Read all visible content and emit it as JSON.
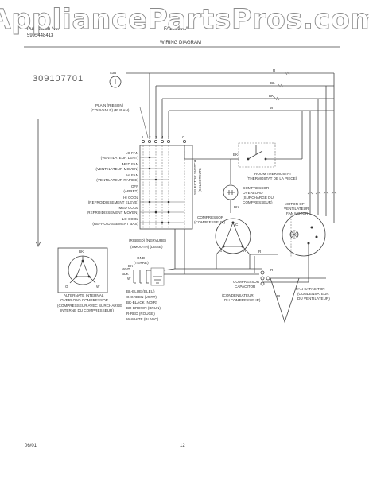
{
  "watermark": "AppliancePartsPros.com",
  "header": {
    "left_line1": "Publication No.",
    "left_line2": "5995448413",
    "center_code": "FAL253J1A",
    "title": "WIRING DIAGRAM"
  },
  "footer": {
    "date": "06/01",
    "page": "12"
  },
  "diagram": {
    "part_number": "309107701",
    "knob_code": "53B",
    "wire_top_labels": [
      "R",
      "BL",
      "BK",
      "W"
    ],
    "wire_mid_label": "BK",
    "switch_cols": [
      "L",
      "2",
      "3",
      "4",
      "1",
      "C"
    ],
    "plain_label": [
      "PLAIN (RIBBON)",
      "(COUVANLE)  (RUBAN)"
    ],
    "switch_positions": [
      "LO FAN",
      "(VENTILATEUR LENT)",
      "MED FAN",
      "(VENT ILATEUR MOYEN)",
      "HI FAN",
      "(VENTILATEUR RAPIDE)",
      "OFF",
      "(ARRET)",
      "HI COOL",
      "(REFROIDISSEMENT ELEVE)",
      "MED COOL",
      "(REFROIDISSEMENT MOYEN)",
      "LO COOL",
      "(REFROIDISSEMENT BAS)"
    ],
    "selector_switch": [
      "SELECTOR SWITCH",
      "(SELECTEUR)"
    ],
    "thermostat": [
      "ROOM THERMOSTAT",
      "(THERMOSTAT DE LA PIECE)"
    ],
    "overload": [
      "COMPRESSOR",
      "OVERLOAD",
      "(SURCHARGE DU",
      "COMPRESSEUR)"
    ],
    "compressor": [
      "COMPRESSOR",
      "(COMPRESSEUR)"
    ],
    "terminals": [
      "C",
      "S",
      "R"
    ],
    "fan_motor": [
      "MOTOR OF",
      "VENTILATEUR",
      "FAN MOTOR"
    ],
    "comp_capacitor": [
      "COMPRESSOR",
      "CAPACITOR",
      "(CONDENSATEUR",
      "DU COMPRESSEUR)"
    ],
    "fan_capacitor": [
      "FAN CAPACITOR",
      "(CONDENSATEUR",
      "DU VENTILATEUR)"
    ],
    "cord_labels": [
      "(RIBBED) (NERVURE)",
      "(SMOOTH) (LISSE)",
      "GND",
      "(TERRE)"
    ],
    "cord_wires": [
      "WHT",
      "BLK"
    ],
    "wire_letters": [
      "BK",
      "BK",
      "R",
      "BL",
      "R",
      "BK",
      "W"
    ],
    "color_key": [
      "BL-BLUE (BLEU)",
      "G-GREEN (VERT)",
      "BK-BLACK (NOIR)",
      "BR-BROWN (BRUN)",
      "R-RED (ROUGE)",
      "W-WHITE (BLANC)"
    ],
    "alt_comp_labels": [
      "BK",
      "G",
      "W"
    ],
    "alt_comp_caption": [
      "ALTERNATE INTERNAL",
      "OVERLOAD COMPRESSOR",
      "(COMPRESSEUR AVEC SURCHARGE",
      "INTERNE DU COMPRESSEUR)"
    ]
  }
}
